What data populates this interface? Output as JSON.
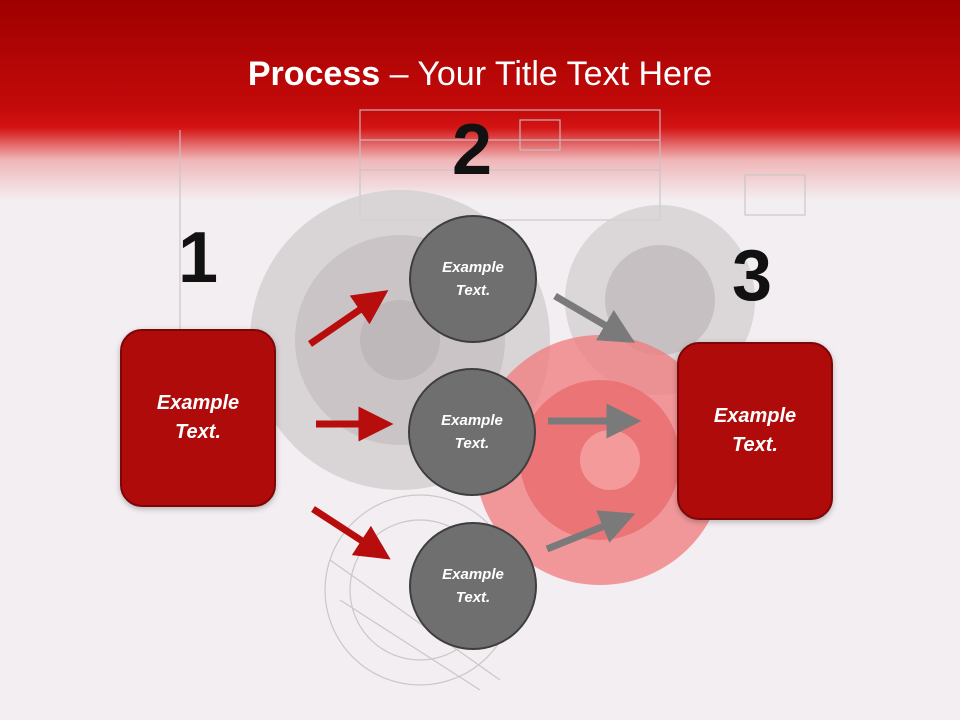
{
  "title": {
    "bold": "Process",
    "rest": " – Your Title Text Here"
  },
  "steps": [
    "1",
    "2",
    "3"
  ],
  "boxes": {
    "left": "Example\nText.",
    "right": "Example\nText."
  },
  "circles": [
    "Example\nText.",
    "Example\nText.",
    "Example\nText."
  ],
  "colors": {
    "red": "#b00b0b",
    "grey": "#6f6f6f",
    "header": "#c40a0a"
  }
}
